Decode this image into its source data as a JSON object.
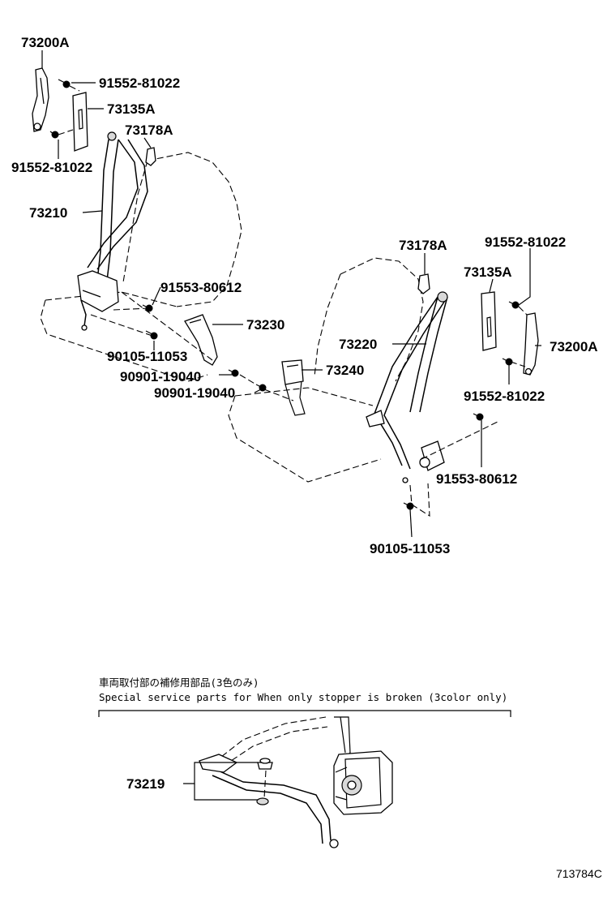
{
  "labels": {
    "p73200A_top": "73200A",
    "p91552_top1": "91552-81022",
    "p73135A_left": "73135A",
    "p73178A_left": "73178A",
    "p91552_top2": "91552-81022",
    "p73210": "73210",
    "p91553_left": "91553-80612",
    "p73230": "73230",
    "p90105_left": "90105-11053",
    "p90901_a": "90901-19040",
    "p90901_b": "90901-19040",
    "p73178A_right": "73178A",
    "p91552_right1": "91552-81022",
    "p73135A_right": "73135A",
    "p73220": "73220",
    "p73200A_right": "73200A",
    "p73240": "73240",
    "p91552_right2": "91552-81022",
    "p91553_right": "91553-80612",
    "p90105_right": "90105-11053",
    "p73219": "73219"
  },
  "note": {
    "japanese": "車両取付部の補修用部品(3色のみ)",
    "english": "Special service parts for When only stopper is broken (3color only)"
  },
  "diagram_code": "713784C"
}
